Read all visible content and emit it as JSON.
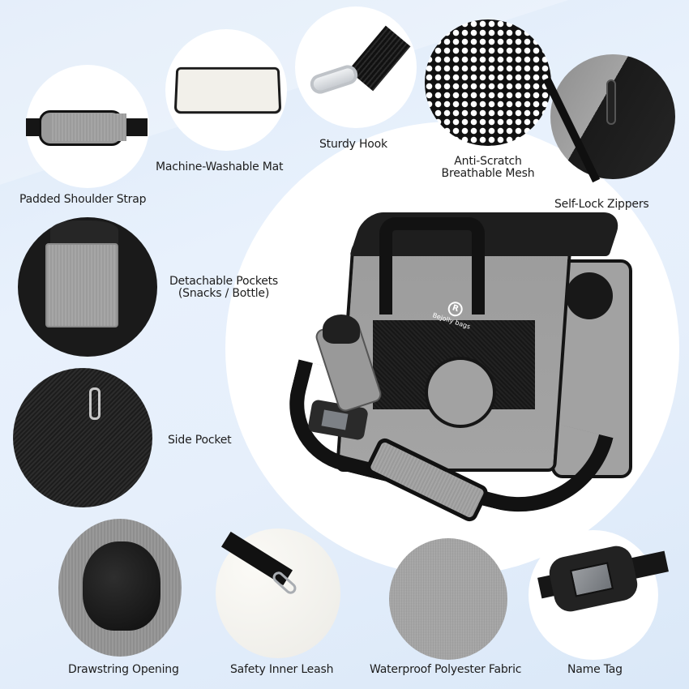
{
  "product": {
    "brand_logo_text": "Bejolly bags",
    "brand_logo_mark": "R"
  },
  "features": [
    {
      "id": "padded-shoulder-strap",
      "label": "Padded Shoulder Strap"
    },
    {
      "id": "machine-washable-mat",
      "label": "Machine-Washable Mat"
    },
    {
      "id": "sturdy-hook",
      "label": "Sturdy Hook"
    },
    {
      "id": "anti-scratch-mesh",
      "label_line1": "Anti-Scratch",
      "label_line2": "Breathable Mesh"
    },
    {
      "id": "self-lock-zippers",
      "label": "Self-Lock Zippers"
    },
    {
      "id": "detachable-pockets",
      "label_line1": "Detachable Pockets",
      "label_line2": "(Snacks / Bottle)"
    },
    {
      "id": "side-pocket",
      "label": "Side Pocket"
    },
    {
      "id": "drawstring-opening",
      "label": "Drawstring Opening"
    },
    {
      "id": "safety-inner-leash",
      "label": "Safety Inner Leash"
    },
    {
      "id": "waterproof-fabric",
      "label": "Waterproof Polyester Fabric"
    },
    {
      "id": "name-tag",
      "label": "Name Tag"
    }
  ],
  "colors": {
    "background": "#e6effb",
    "fabric_gray": "#a3a3a3",
    "trim_black": "#141414",
    "text": "#1d1d1d"
  }
}
